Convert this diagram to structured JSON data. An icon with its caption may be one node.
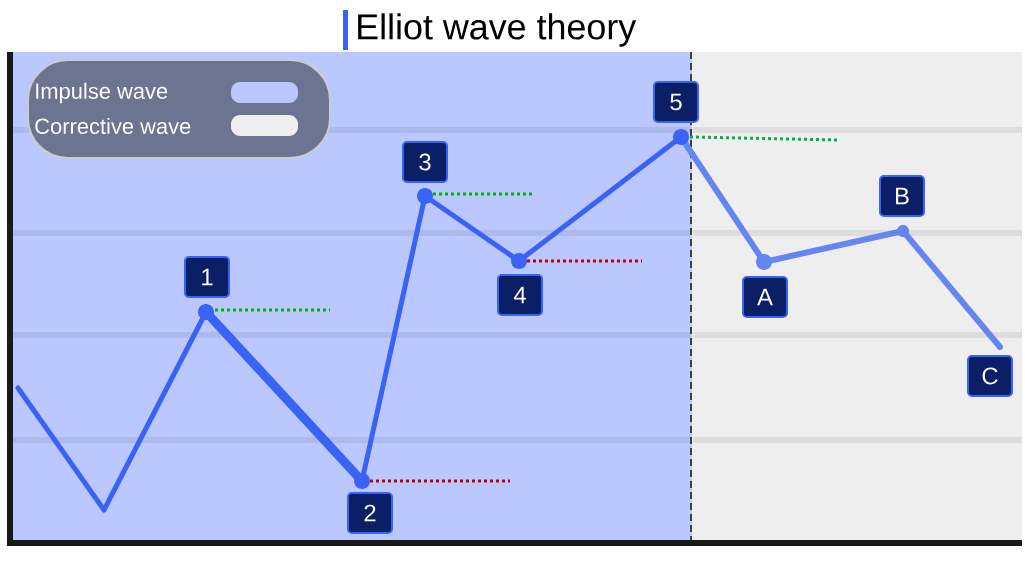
{
  "diagram": {
    "title": "Elliot wave theory",
    "nodes": [
      {
        "text": [
          "1"
        ]
      },
      {
        "text": [
          "2"
        ]
      },
      {
        "text": [
          "3"
        ]
      },
      {
        "text": [
          "4"
        ]
      },
      {
        "text": [
          "5"
        ]
      },
      {
        "text": [
          "A"
        ]
      },
      {
        "text": [
          "B"
        ]
      },
      {
        "text": [
          "C"
        ]
      }
    ],
    "legend": [
      {
        "text": "Impulse wave",
        "color": "#bac8ff"
      },
      {
        "text": "Corrective wave",
        "color": "#eeeeee"
      }
    ]
  }
}
